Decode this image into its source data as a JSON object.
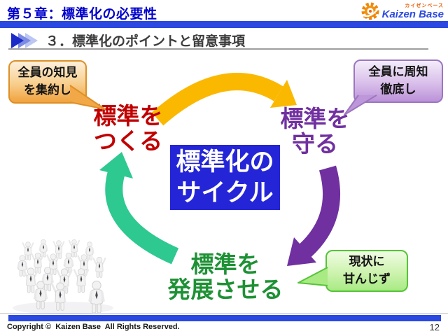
{
  "header": {
    "chapter_title": "第５章：標準化の必要性",
    "section_title": "３．標準化のポイントと留意事項",
    "logo": {
      "katakana": "カイゼンベース",
      "name": "Kaizen Base"
    }
  },
  "diagram": {
    "center": {
      "line1": "標準化の",
      "line2": "サイクル"
    },
    "steps": {
      "create": {
        "line1": "標準を",
        "line2": "つくる"
      },
      "keep": {
        "line1": "標準を",
        "line2": "守る"
      },
      "develop": {
        "line1": "標準を",
        "line2": "発展させる"
      }
    },
    "callouts": {
      "gather": {
        "line1": "全員の知見",
        "line2": "を集約し"
      },
      "inform": {
        "line1": "全員に周知",
        "line2": "徹底し"
      },
      "status_quo": {
        "line1": "現状に",
        "line2": "甘んじず"
      }
    }
  },
  "icons": {
    "logo_gear": "gear-icon",
    "section_marker": "triple-chevron-icon",
    "crowd": "crowd-of-people-illustration"
  },
  "colors": {
    "title_blue": "#0101CC",
    "bar_blue": "#2B49E0",
    "center_box_blue": "#2525D8",
    "create_red": "#C00000",
    "keep_purple": "#7030A0",
    "develop_green": "#1E9135",
    "arrow_yellow": "#FBB800",
    "arrow_purple": "#7030A0",
    "arrow_green": "#2EC990",
    "callout_orange_border": "#DD9027",
    "callout_purple_border": "#9C76BF",
    "callout_green_border": "#56C438"
  },
  "footer": {
    "copyright": "Copyright ©  Kaizen Base  All Rights Reserved.",
    "page_number": "12"
  }
}
